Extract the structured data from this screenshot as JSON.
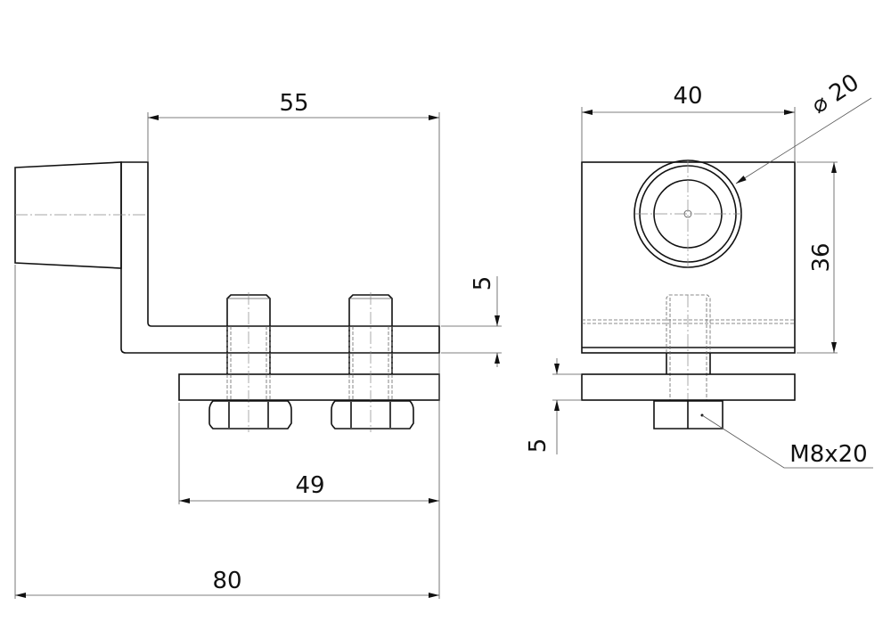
{
  "dimensions": {
    "side_width": "55",
    "bracket_thickness": "5",
    "plate_width": "49",
    "overall_length": "80",
    "front_width": "40",
    "wheel_diameter": "20",
    "diameter_symbol": "⌀",
    "front_height": "36",
    "plate_thickness": "5",
    "bolt_spec": "M8x20"
  }
}
